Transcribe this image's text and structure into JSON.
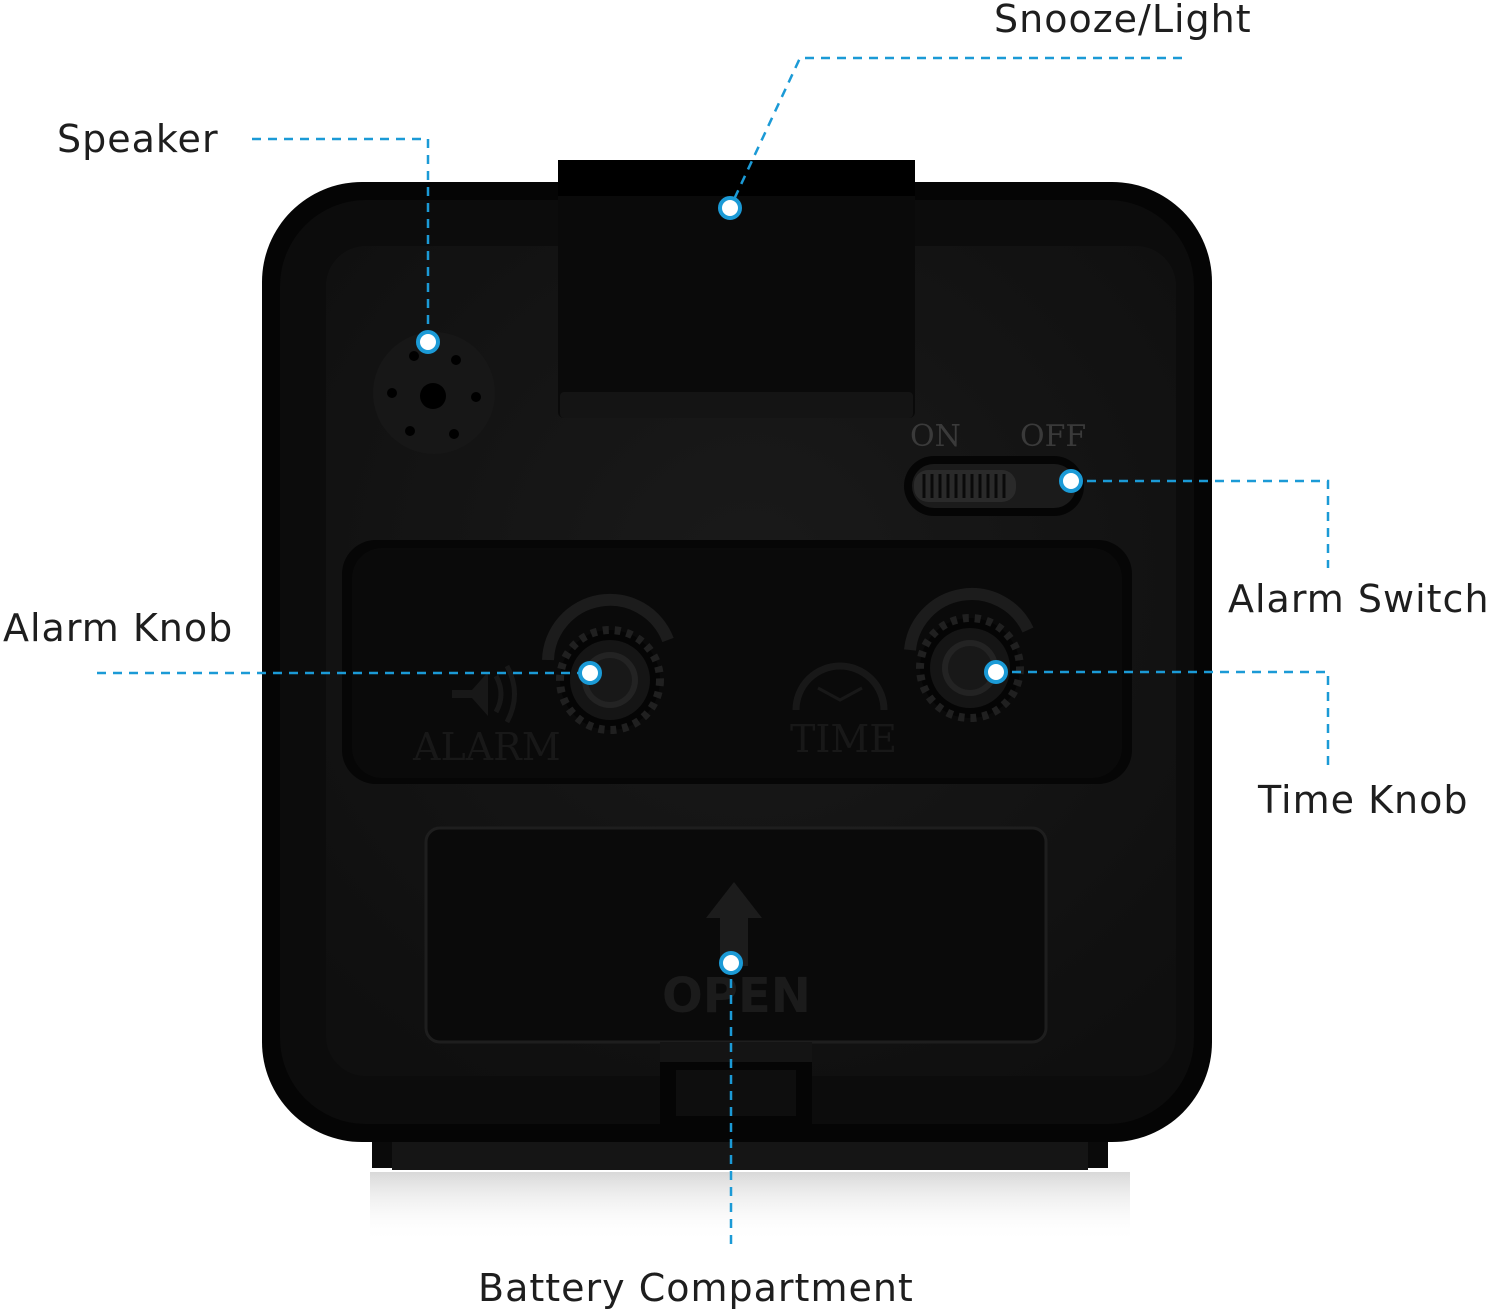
{
  "labels": {
    "snooze_light": "Snooze/Light",
    "speaker": "Speaker",
    "alarm_switch": "Alarm Switch",
    "alarm_knob": "Alarm Knob",
    "time_knob": "Time Knob",
    "battery_compartment": "Battery Compartment"
  },
  "device_markings": {
    "switch_on": "ON",
    "switch_off": "OFF",
    "alarm": "ALARM",
    "time": "TIME",
    "open": "OPEN"
  },
  "colors": {
    "leader_line": "#1b9ad6",
    "device_body": "#0b0b0b",
    "background": "#ffffff"
  }
}
